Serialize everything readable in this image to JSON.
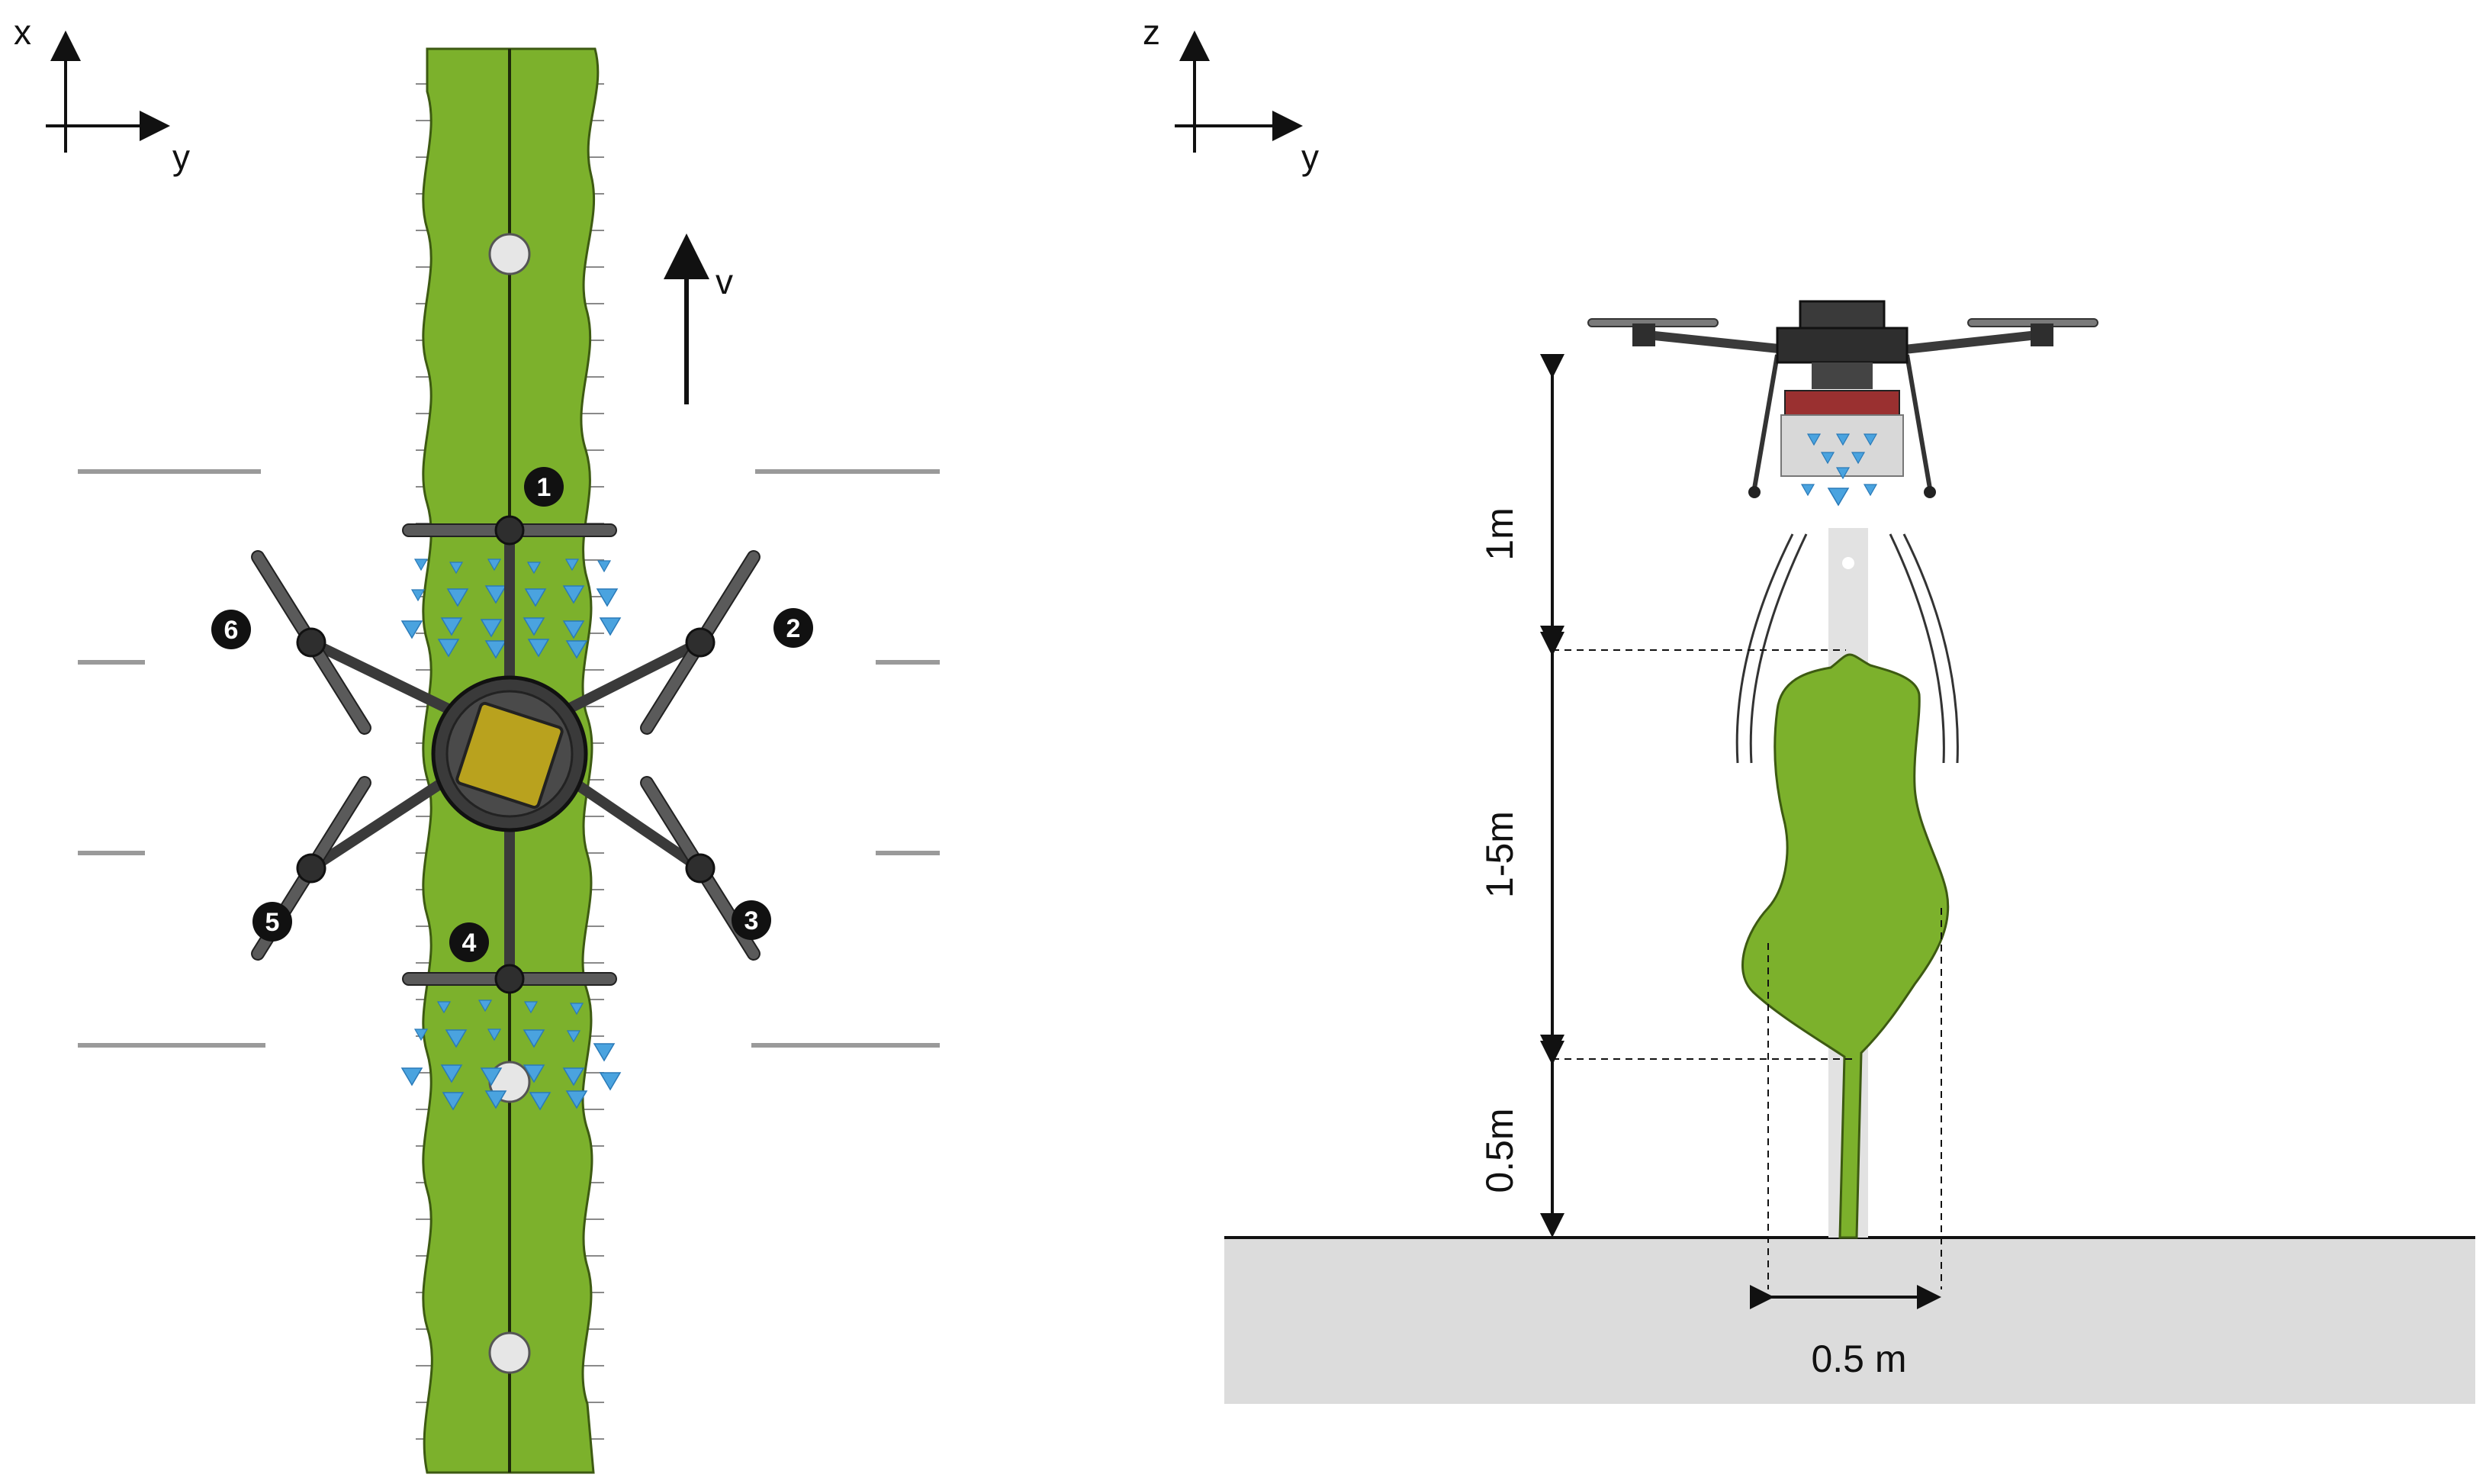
{
  "left_view": {
    "axis_vertical": "x",
    "axis_horizontal": "y",
    "velocity_label": "v",
    "motors": [
      "1",
      "2",
      "3",
      "4",
      "5",
      "6"
    ]
  },
  "right_view": {
    "axis_vertical": "z",
    "axis_horizontal": "y",
    "dimensions": {
      "top_gap": "1m",
      "canopy_height": "1-5m",
      "trunk_height": "0.5m",
      "canopy_width": "0.5 m"
    }
  },
  "colors": {
    "canopy_green": "#7cb12c",
    "canopy_outline": "#3d5a12",
    "spray_blue": "#4aa3df",
    "ground_gray": "#dcdcdc",
    "drone_dark": "#3a3a3a",
    "tank_red": "#9a3030",
    "payload_yellow": "#b9a21e"
  },
  "icons": [
    "axis-arrow-icon",
    "velocity-arrow-icon",
    "drone-hexacopter-icon",
    "drone-side-icon",
    "spray-droplet-icon"
  ]
}
